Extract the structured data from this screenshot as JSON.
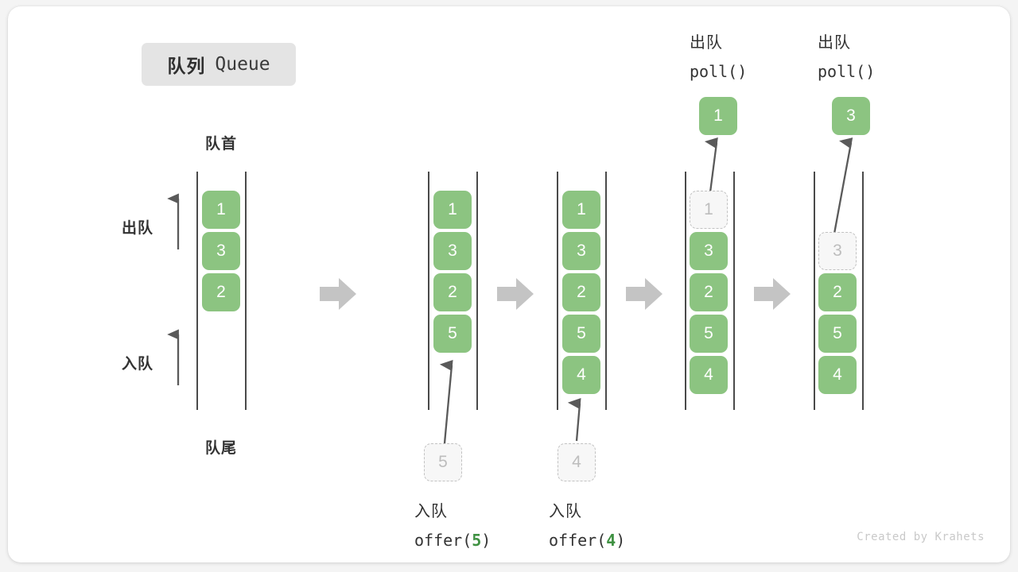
{
  "title": {
    "cn": "队列",
    "en": "Queue"
  },
  "labels": {
    "front": "队首",
    "rear": "队尾",
    "dequeue_side": "出队",
    "enqueue_side": "入队"
  },
  "colors": {
    "box_fill": "#8cc481",
    "box_text": "#ffffff",
    "ghost_fill": "#f7f7f7",
    "ghost_border": "#c2c2c2",
    "ghost_text": "#bdbdbd",
    "rail": "#4a4a4a",
    "sep_arrow": "#c4c4c4",
    "accent_green": "#3f9142",
    "badge_bg": "#e4e4e4",
    "text": "#333333"
  },
  "columns": [
    {
      "id": "initial",
      "items": [
        "1",
        "3",
        "2"
      ],
      "ghost_index": null,
      "op_cn": "",
      "op_code": "",
      "op_arg": "",
      "incoming": null,
      "popped": null
    },
    {
      "id": "after-offer-5",
      "items": [
        "1",
        "3",
        "2",
        "5"
      ],
      "ghost_index": null,
      "op_cn": "入队",
      "op_code_prefix": "offer(",
      "op_arg": "5",
      "op_code_suffix": ")",
      "incoming": "5",
      "popped": null
    },
    {
      "id": "after-offer-4",
      "items": [
        "1",
        "3",
        "2",
        "5",
        "4"
      ],
      "ghost_index": null,
      "op_cn": "入队",
      "op_code_prefix": "offer(",
      "op_arg": "4",
      "op_code_suffix": ")",
      "incoming": "4",
      "popped": null
    },
    {
      "id": "after-poll-1",
      "items": [
        "1",
        "3",
        "2",
        "5",
        "4"
      ],
      "ghost_index": 0,
      "op_cn": "出队",
      "op_code_prefix": "poll(",
      "op_arg": "",
      "op_code_suffix": ")",
      "incoming": null,
      "popped": "1"
    },
    {
      "id": "after-poll-3",
      "items": [
        "",
        "3",
        "2",
        "5",
        "4"
      ],
      "ghost_index": 1,
      "op_cn": "出队",
      "op_code_prefix": "poll(",
      "op_arg": "",
      "op_code_suffix": ")",
      "incoming": null,
      "popped": "3"
    }
  ],
  "credit": "Created by Krahets"
}
